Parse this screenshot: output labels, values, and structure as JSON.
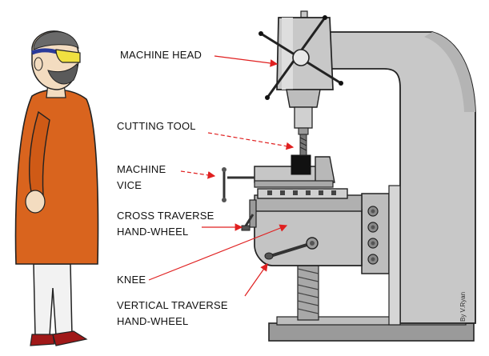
{
  "labels": {
    "machine_head": "MACHINE HEAD",
    "cutting_tool": "CUTTING TOOL",
    "machine_vice_line1": "MACHINE",
    "machine_vice_line2": "VICE",
    "cross_traverse_line1": "CROSS TRAVERSE",
    "cross_traverse_line2": "HAND-WHEEL",
    "knee": "KNEE",
    "vertical_traverse_line1": "VERTICAL TRAVERSE",
    "vertical_traverse_line2": "HAND-WHEEL"
  },
  "credit": "By V.Ryan",
  "colors": {
    "machine_body": "#c8c8c8",
    "machine_dark": "#9a9a9a",
    "coat": "#d9641e",
    "arrow": "#e02020",
    "goggles": "#f0e040",
    "shoe": "#a01818"
  }
}
